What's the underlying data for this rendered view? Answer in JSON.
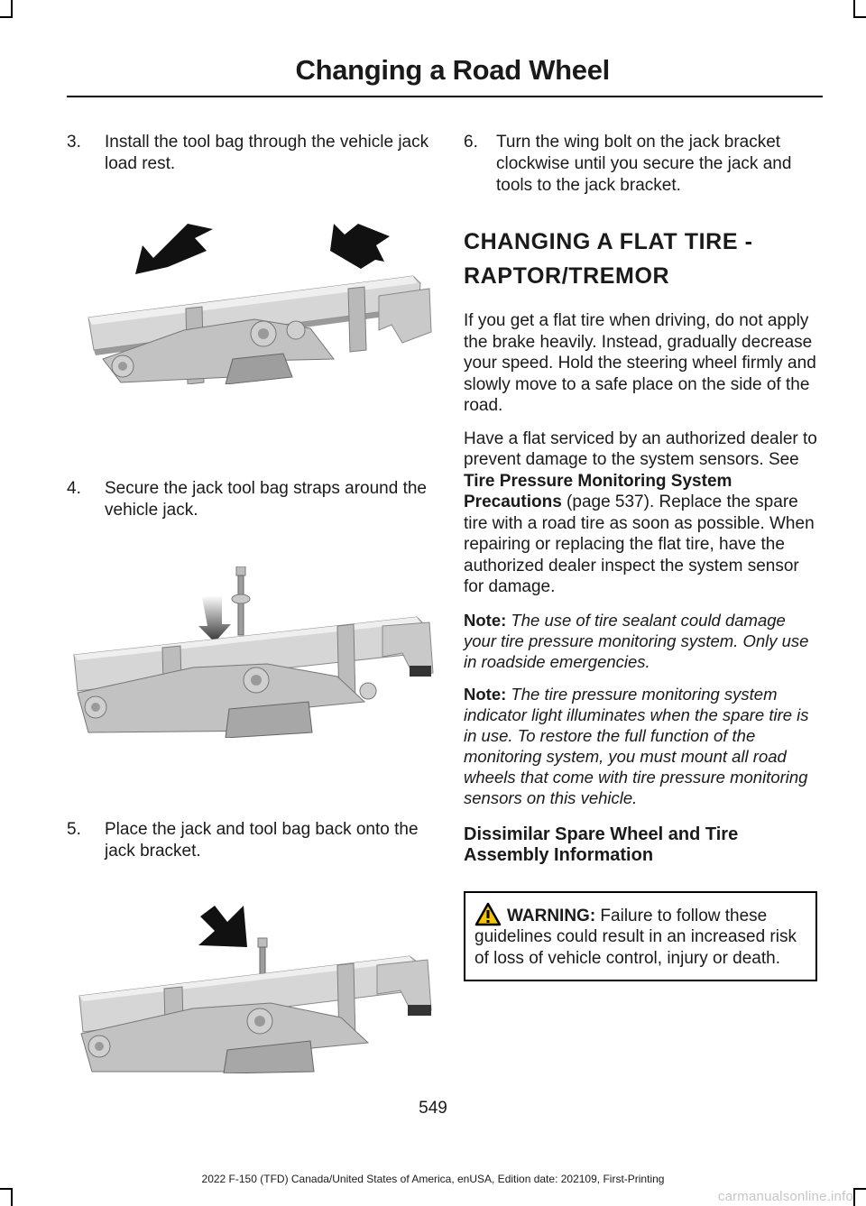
{
  "header": {
    "title": "Changing a Road Wheel"
  },
  "left_steps": [
    {
      "num": "3.",
      "text": "Install the tool bag through the vehicle jack load rest."
    },
    {
      "num": "4.",
      "text": "Secure the jack tool bag straps around the vehicle jack."
    },
    {
      "num": "5.",
      "text": "Place the jack and tool bag back onto the jack bracket."
    }
  ],
  "right": {
    "step6": {
      "num": "6.",
      "text": "Turn the wing bolt on the jack bracket clockwise until you secure the jack and tools to the jack bracket."
    },
    "section_title_line1": "CHANGING A FLAT TIRE -",
    "section_title_line2": "RAPTOR/TREMOR",
    "para1": "If you get a flat tire when driving, do not apply the brake heavily. Instead, gradually decrease your speed. Hold the steering wheel firmly and slowly move to a safe place on the side of the road.",
    "para2_a": "Have a flat serviced by an authorized dealer to prevent damage to the system sensors.  See ",
    "para2_link": "Tire Pressure Monitoring System Precautions",
    "para2_b": " (page 537). Replace the spare tire with a road tire as soon as possible. When repairing or replacing the flat tire, have the authorized dealer inspect the system sensor for damage.",
    "note_label": "Note:",
    "note1": "The use of tire sealant could damage your tire pressure monitoring system. Only use in roadside emergencies.",
    "note2": "The tire pressure monitoring system indicator light illuminates when the spare tire is in use. To restore the full function of the monitoring system, you must mount all road wheels that come with tire pressure monitoring sensors on this vehicle.",
    "subheading": "Dissimilar Spare Wheel and Tire Assembly Information",
    "warning_label": "WARNING:",
    "warning_text": " Failure to follow these guidelines could result in an increased risk of loss of vehicle control, injury or death."
  },
  "page_number": "549",
  "footer": "2022 F-150 (TFD) Canada/United States of America, enUSA, Edition date: 202109, First-Printing",
  "watermark": "carmanualsonline.info",
  "colors": {
    "jack_light": "#d6d6d6",
    "jack_mid": "#a9a9a9",
    "jack_dark": "#6e6e6e",
    "arrow": "#111111"
  }
}
